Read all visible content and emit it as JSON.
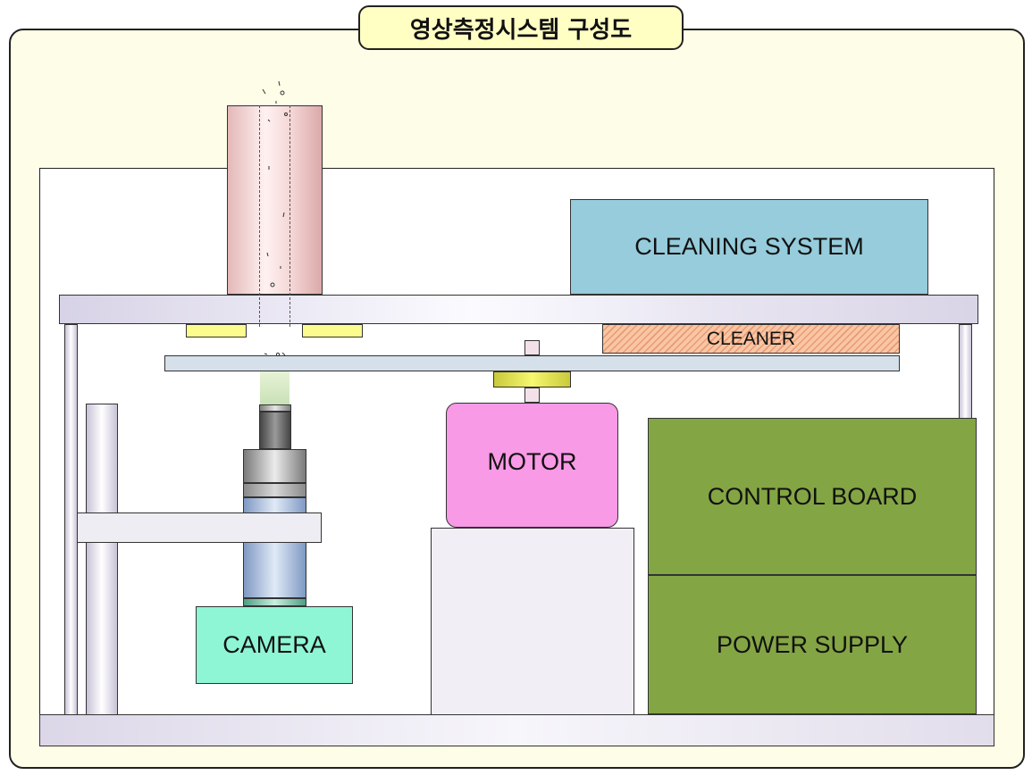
{
  "diagram": {
    "title": "영상측정시스템 구성도",
    "components": {
      "cleaning_system": "CLEANING SYSTEM",
      "cleaner": "CLEANER",
      "motor": "MOTOR",
      "control_board": "CONTROL BOARD",
      "power_supply": "POWER SUPPLY",
      "camera": "CAMERA"
    },
    "colors": {
      "frame_background": "#fefee8",
      "title_background": "#ffffc4",
      "cleaning_system": "#96ccdb",
      "cleaner": "#f9c6a3",
      "motor": "#f99ae6",
      "control_board": "#84a544",
      "power_supply": "#84a544",
      "camera": "#8ef6d4",
      "sample_tube": "#f3d3d3",
      "disc": "#d5e0ea"
    }
  }
}
